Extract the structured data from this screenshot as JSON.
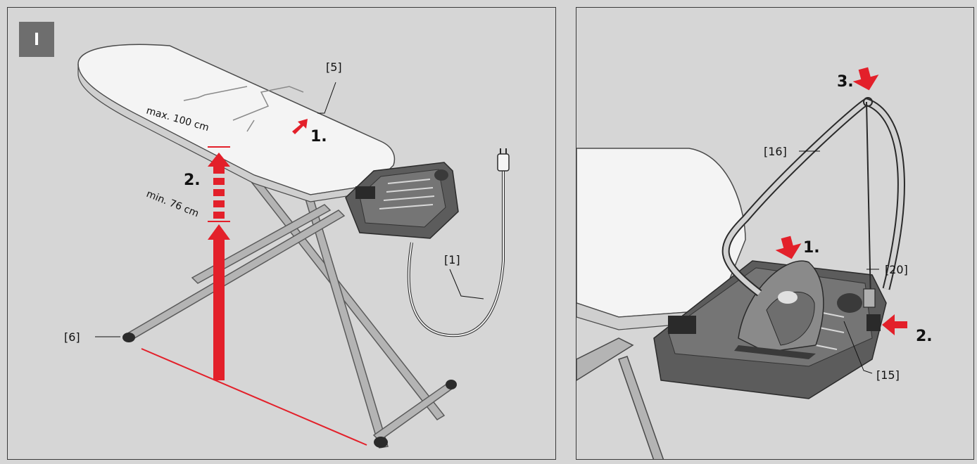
{
  "figure_badge": "I",
  "colors": {
    "accent_red": "#e3202a",
    "board_cover": "#f4f4f4",
    "frame": "#b4b4b4",
    "tray": "#5c5c5c",
    "background": "#d6d6d6"
  },
  "left_panel": {
    "labels": {
      "cover_5": "[5]",
      "cord_1": "[1]",
      "foot_6": "[6]"
    },
    "steps": {
      "step_1": "1.",
      "step_2": "2."
    },
    "measurements": {
      "max_height": "max. 100 cm",
      "min_height": "min. 76 cm"
    }
  },
  "right_panel": {
    "labels": {
      "hose_16": "[16]",
      "holder_20": "[20]",
      "rest_15": "[15]"
    },
    "steps": {
      "step_1": "1.",
      "step_2": "2.",
      "step_3": "3."
    }
  }
}
